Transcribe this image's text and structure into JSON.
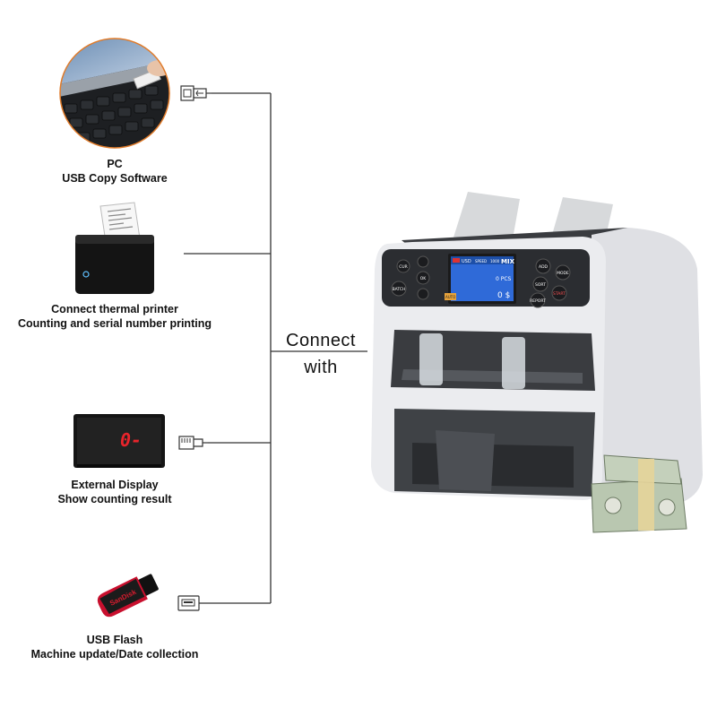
{
  "connect_label": {
    "line1": "Connect",
    "line2": "with"
  },
  "devices": [
    {
      "id": "pc",
      "title": "PC",
      "subtitle": "USB Copy Software",
      "icon": "usb-icon"
    },
    {
      "id": "printer",
      "title": "Connect thermal printer",
      "subtitle": "Counting and serial number printing",
      "icon": "thermal-printer-icon"
    },
    {
      "id": "display",
      "title": "External Display",
      "subtitle": "Show counting result",
      "icon": "rj45-icon"
    },
    {
      "id": "flash",
      "title": "USB Flash",
      "subtitle": "Machine update/Date collection",
      "icon": "usb-port-icon"
    }
  ],
  "machine": {
    "buttons_left": [
      "CUR",
      "OK",
      "BATCH"
    ],
    "buttons_right": [
      "ADD",
      "MODE",
      "SORT",
      "REPORT",
      "START"
    ],
    "screen": {
      "row1a": "USD",
      "row1b": "SPEED",
      "row1c": "1000",
      "row1d": "MIX",
      "pcs": "0 PCS",
      "amount": "0 $",
      "auto": "AUTO"
    }
  },
  "display_readout": "0-",
  "flash_brand": "SanDisk",
  "colors": {
    "line": "#333333",
    "machine_body": "#e9eaee",
    "panel": "#2b2d31",
    "flash_red": "#c8102e"
  }
}
